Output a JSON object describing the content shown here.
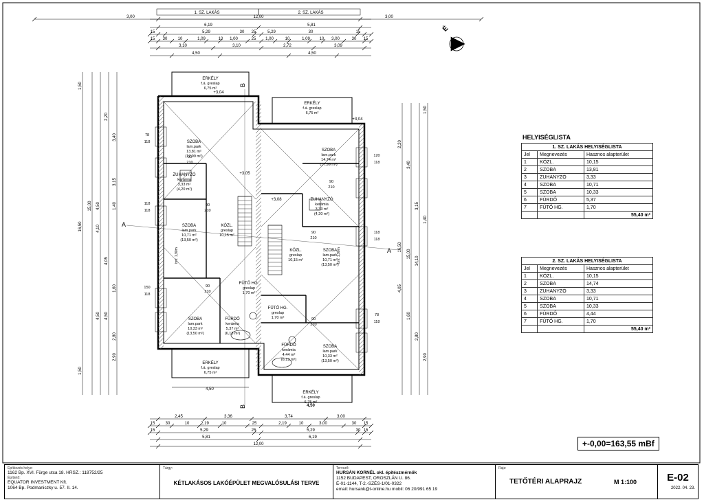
{
  "plan": {
    "top_labels": [
      "1. SZ. LAKÁS",
      "2. SZ. LAKÁS"
    ],
    "top_dims_row1": [
      "3,00",
      "12,00",
      "3,00"
    ],
    "top_dims_row2": [
      "6,19",
      "5,81"
    ],
    "top_dims_row3": [
      "15",
      "5,29",
      "30",
      "25",
      "5,29",
      "30",
      "15"
    ],
    "top_dims_row4": [
      "15",
      "30",
      "10",
      "1,09",
      "10",
      "1,00",
      "25",
      "1,00",
      "10",
      "1,09",
      "10",
      "3,00",
      "30",
      "15"
    ],
    "top_dims_row5": [
      "3,10",
      "3,10",
      "2,72",
      "3,09"
    ],
    "top_dims_row6": [
      "4,50",
      "4,50"
    ],
    "bottom_dims_row1": [
      "2,45",
      "3,36",
      "3,74",
      "3,00"
    ],
    "bottom_dims_row2": [
      "15",
      "30",
      "10",
      "2,19",
      "10",
      "25",
      "2,19",
      "10",
      "3,00",
      "30",
      "15"
    ],
    "bottom_dims_row3": [
      "15",
      "5,29",
      "25",
      "5,29",
      "30",
      "15"
    ],
    "bottom_dims_row4": [
      "5,81",
      "6,19"
    ],
    "bottom_dims_row5": [
      "12,00"
    ],
    "left_dims": [
      "16,50",
      "15,00",
      "4,10",
      "4,50",
      "4,05",
      "4,50",
      "1,50",
      "1,50",
      "2,20",
      "3,40",
      "3,15",
      "1,40",
      "4,50",
      "1,60",
      "2,80",
      "2,90"
    ],
    "right_dims": [
      "16,50",
      "15,00",
      "14,10",
      "1,50",
      "2,20",
      "3,40",
      "3,15",
      "1,40",
      "4,05",
      "1,60",
      "2,80",
      "2,90"
    ],
    "north_label": "É",
    "section_marks": [
      "A",
      "A",
      "B",
      "B"
    ],
    "level_marks": [
      "+3,04",
      "+3,05",
      "+3,08",
      "+3,04"
    ],
    "rooms": [
      {
        "name": "ERKÉLY",
        "finish": "f.á. greslap",
        "area": "6,75 m²"
      },
      {
        "name": "ERKÉLY",
        "finish": "f.á. greslap",
        "area": "6,75 m²"
      },
      {
        "name": "SZOBA",
        "finish": "lam.park",
        "area": "13,81 m²",
        "area2": "(17,99 m²)"
      },
      {
        "name": "SZOBA",
        "finish": "lam.park",
        "area": "14,74 m²",
        "area2": "(17,99 m²)"
      },
      {
        "name": "ZUHANYZÓ",
        "finish": "kerámia",
        "area": "3,33 m²",
        "area2": "(4,20 m²)"
      },
      {
        "name": "ZUHANYZÓ",
        "finish": "kerámia",
        "area": "3,33 m²",
        "area2": "(4,20 m²)"
      },
      {
        "name": "SZOBA",
        "finish": "lam.park",
        "area": "10,71 m²",
        "area2": "(13,50 m²)"
      },
      {
        "name": "KÖZL.",
        "finish": "greslap",
        "area": "10,15 m²"
      },
      {
        "name": "KÖZL.",
        "finish": "greslap",
        "area": "10,15 m²"
      },
      {
        "name": "SZOBA",
        "finish": "lam.park",
        "area": "10,71 m²",
        "area2": "(13,50 m²)"
      },
      {
        "name": "FÜTŐ HG.",
        "finish": "greslap",
        "area": "1,70 m²"
      },
      {
        "name": "FÜTŐ HG.",
        "finish": "greslap",
        "area": "1,70 m²"
      },
      {
        "name": "SZOBA",
        "finish": "lam.park",
        "area": "10,33 m²",
        "area2": "(13,50 m²)"
      },
      {
        "name": "FÜRDŐ",
        "finish": "kerámia",
        "area": "5,37 m²",
        "area2": "(6,13 m²)"
      },
      {
        "name": "FÜRDŐ",
        "finish": "kerámia",
        "area": "4,44 m²",
        "area2": "(6,13 m²)"
      },
      {
        "name": "SZOBA",
        "finish": "lam.park",
        "area": "10,33 m²",
        "area2": "(13,50 m²)"
      },
      {
        "name": "ERKÉLY",
        "finish": "f.á. greslap",
        "area": "6,75 m²"
      },
      {
        "name": "ERKÉLY",
        "finish": "f.á. greslap",
        "area": "6,75 m²"
      }
    ],
    "door_labels": [
      "90",
      "210"
    ],
    "window_labels": [
      "78",
      "118",
      "150",
      "120"
    ],
    "bm_label": "bm: 1,90m",
    "balcony_bottom_dim": "4,50"
  },
  "schedule": {
    "title": "HELYISÉGLISTA",
    "tables": [
      {
        "heading": "1. SZ. LAKÁS HELYISÉGLISTA",
        "cols": [
          "Jel",
          "Megnevezés",
          "Hasznos alapterület"
        ],
        "rows": [
          [
            "1",
            "KÖZL.",
            "10,15"
          ],
          [
            "2",
            "SZOBA",
            "13,81"
          ],
          [
            "3",
            "ZUHANYZÓ",
            "3,33"
          ],
          [
            "4",
            "SZOBA",
            "10,71"
          ],
          [
            "5",
            "SZOBA",
            "10,33"
          ],
          [
            "6",
            "FÜRDŐ",
            "5,37"
          ],
          [
            "7",
            "FÜTŐ HG.",
            "1,70"
          ]
        ],
        "total": "55,40 m²"
      },
      {
        "heading": "2. SZ. LAKÁS HELYISÉGLISTA",
        "cols": [
          "Jel",
          "Megnevezés",
          "Hasznos alapterület"
        ],
        "rows": [
          [
            "1",
            "KÖZL.",
            "10,15"
          ],
          [
            "2",
            "SZOBA",
            "14,74"
          ],
          [
            "3",
            "ZUHANYZÓ",
            "3,33"
          ],
          [
            "4",
            "SZOBA",
            "10,71"
          ],
          [
            "5",
            "SZOBA",
            "10,33"
          ],
          [
            "6",
            "FÜRDŐ",
            "4,44"
          ],
          [
            "7",
            "FÜTŐ HG.",
            "1,70"
          ]
        ],
        "total": "55,40 m²"
      }
    ]
  },
  "elevation": "+-0,00=163,55 mBf",
  "titleblock": {
    "site_caption": "Építkezés helye:",
    "site": "1162 Bp. XVI. Fürge utca 18. HRSZ.: 118752/25",
    "client_caption": "Építtető:",
    "client": "EQUATOR INVESTMENT Kft.",
    "client_addr": "1064 Bp. Podmaniczky u. 57. II. 14.",
    "subject_caption": "Tárgy:",
    "subject": "KÉTLAKÁSOS LAKÓÉPÜLET MEGVALÓSULÁSI TERVE",
    "designer_caption": "Tervező:",
    "designer": "HURSÁN KORNÉL okl. építészmérnök",
    "designer_addr": "1152 BUDAPEST, OROSZLÁN U. 86.",
    "designer_reg": "É-01-1144, T-2.-SZÉS-1/01-0322",
    "designer_contact": "email: hursank@t-online.hu  mobil: 06 20/991 65 19",
    "drawing_caption": "Rajz:",
    "drawing": "TETŐTÉRI ALAPRAJZ",
    "scale": "M 1:100",
    "code": "E-02",
    "date": "2022. 04. 23."
  }
}
